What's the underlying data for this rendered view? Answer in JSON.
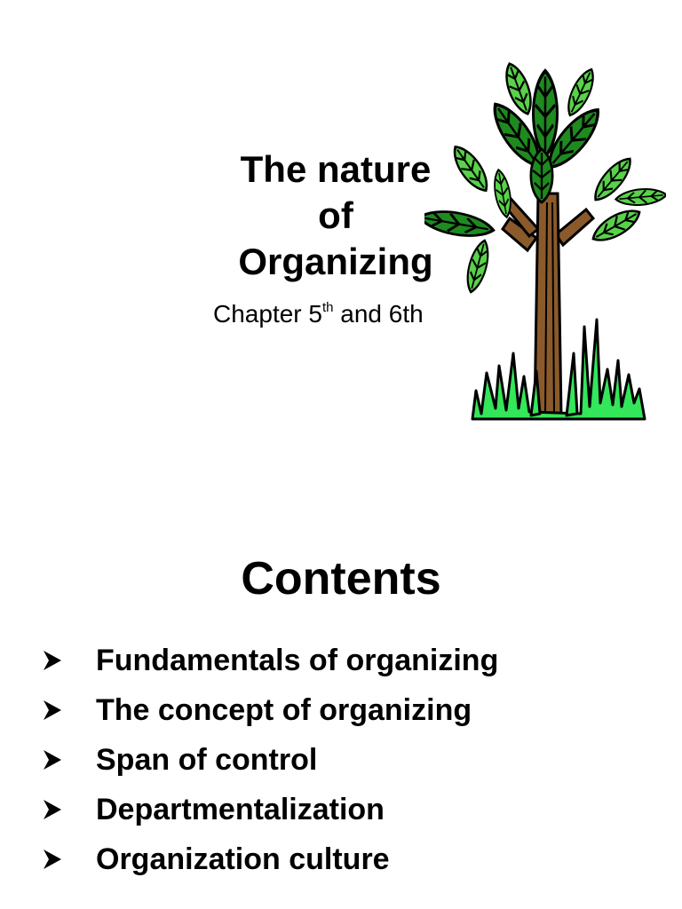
{
  "title_slide": {
    "title_lines": [
      "The nature",
      "of",
      "Organizing"
    ],
    "subtitle": {
      "before": "Chapter 5",
      "superscript": "th",
      "after": " and 6th"
    },
    "illustration_icon": "tree-icon"
  },
  "contents_slide": {
    "heading": "Contents",
    "bullet_icon": "arrowhead-bullet-icon",
    "items": [
      "Fundamentals of organizing",
      "The concept of organizing",
      "Span of control",
      "Departmentalization",
      "Organization culture"
    ]
  },
  "colors": {
    "leaf_dark": "#1f8a1f",
    "leaf_light": "#59d24a",
    "grass": "#33e65a",
    "trunk": "#8b5a2b",
    "text": "#000000",
    "background": "#ffffff"
  }
}
